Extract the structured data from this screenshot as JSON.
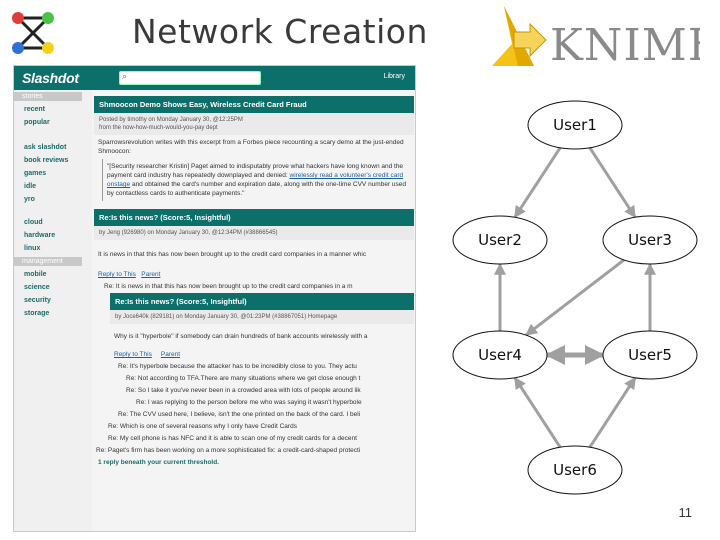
{
  "slide": {
    "title": "Network Creation",
    "page_number": "11",
    "knime_logo_text": "KNIME"
  },
  "slashdot": {
    "logo": "Slashdot",
    "library": "Library",
    "sidebar": [
      {
        "type": "section",
        "label": "stories"
      },
      {
        "type": "item",
        "label": "recent"
      },
      {
        "type": "item",
        "label": "popular"
      },
      {
        "type": "item",
        "label": "ask slashdot"
      },
      {
        "type": "item",
        "label": "book reviews"
      },
      {
        "type": "item",
        "label": "games"
      },
      {
        "type": "item",
        "label": "idle"
      },
      {
        "type": "item",
        "label": "yro"
      },
      {
        "type": "item",
        "label": "cloud"
      },
      {
        "type": "item",
        "label": "hardware"
      },
      {
        "type": "item",
        "label": "linux"
      },
      {
        "type": "section",
        "label": "management"
      },
      {
        "type": "item",
        "label": "mobile"
      },
      {
        "type": "item",
        "label": "science"
      },
      {
        "type": "item",
        "label": "security"
      },
      {
        "type": "item",
        "label": "storage"
      }
    ],
    "story": {
      "title": "Shmoocon Demo Shows Easy, Wireless Credit Card Fraud",
      "meta1": "Posted by timothy on Monday January 30, @12:25PM",
      "meta2": "from the now-how-much-would-you-pay dept",
      "body": "Sparrowsrevolution writes with this excerpt from a Forbes piece recounting a scary demo at the just-ended Shmoocon:",
      "quote1": "\"[Security researcher Kristin] Paget aimed to indisputably prove what hackers have long known and the payment card industry has repeatedly downplayed and denied:",
      "quote_link": "wirelessly read a volunteer's credit card onstage",
      "quote2": "and obtained the card's number and expiration date, along with the one-time CVV number used by contactless cards to authenticate payments.\""
    },
    "comment1": {
      "title": "Re:Is this news? (Score:5, Insightful)",
      "meta": "by Jeng (926980) on Monday January 30, @12:34PM (#38866545)",
      "body": "It is news in that this has now been brought up to the credit card companies in a manner whic",
      "reply": "Reply to This",
      "parent": "Parent"
    },
    "reply1": "Re:  It is news in that this has now been brought up to the credit card companies in a m",
    "comment2": {
      "title": "Re:Is this news? (Score:5, Insightful)",
      "meta": "by Joce640k (829181) on Monday January 30, @01:23PM (#38867051) Homepage",
      "body": "Why is it \"hyperbole\" if somebody can drain hundreds of bank accounts wirelessly with a",
      "reply": "Reply to This",
      "parent": "Parent"
    },
    "replies": [
      "Re:  It's hyperbole because the attacker has to be incredibly close to you. They actu",
      "Re:  Not according to TFA.There are many situations where we get close enough t",
      "Re:  So I take it you've never been in a crowded area with lots of people around lik",
      "Re:  I was replying to the person before me who was saying it wasn't hyperbole",
      "Re:  The CVV used here, I believe, isn't the one printed on the back of the card. I beli",
      "Re:  Which is one of several reasons why I only have Credit Cards",
      "Re:  My cell phone is has NFC and it is able to scan one of my credit cards for a decent",
      "Re:  Paget's firm has been working on a more sophisticated fix: a credit-card-shaped protecti"
    ],
    "threshold": "1 reply beneath your current threshold."
  },
  "graph": {
    "nodes": [
      "User1",
      "User2",
      "User3",
      "User4",
      "User5",
      "User6"
    ]
  },
  "colors": {
    "slashdot_teal": "#0d6f6a",
    "edge_gray": "#a0a0a0",
    "node_fill": "#ffffff"
  }
}
